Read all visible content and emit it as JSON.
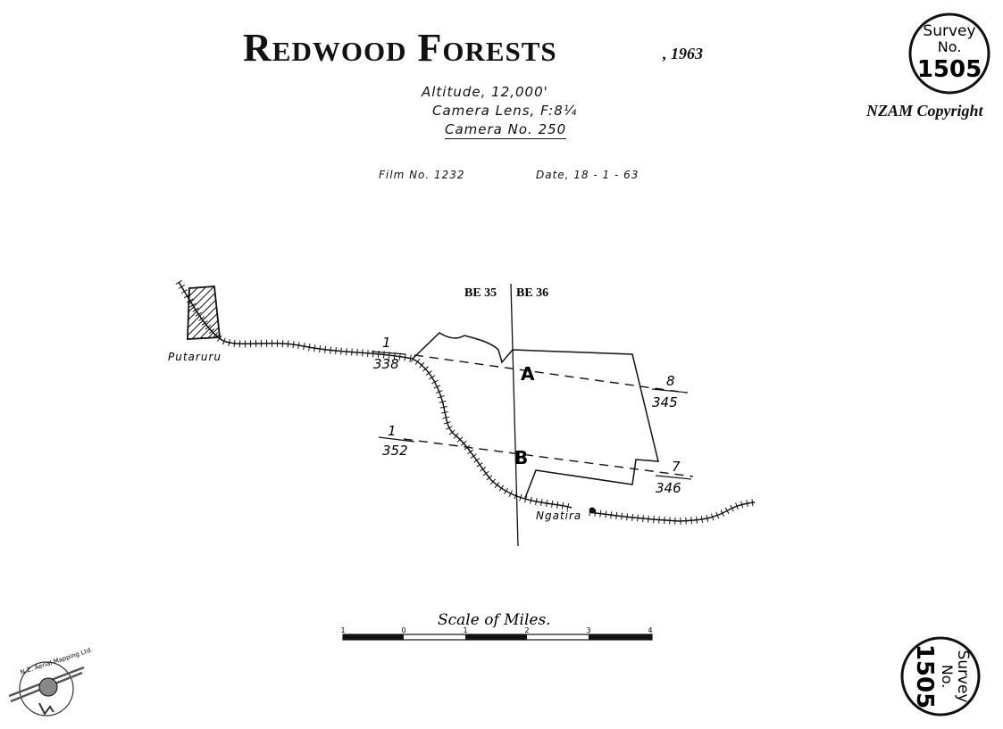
{
  "header": {
    "title": "Redwood Forests",
    "year_suffix": ", 1963",
    "altitude": "Altitude, 12,000'",
    "camera_lens": "Camera Lens, F:8¼",
    "camera_no": "Camera No. 250",
    "film_no": "Film No. 1232",
    "date": "Date, 18 - 1 - 63"
  },
  "stamp_top": {
    "line1": "Survey",
    "line2": "No.",
    "number": "1505"
  },
  "stamp_bottom": {
    "line1": "Survey",
    "line2": "No.",
    "number": "1505"
  },
  "copyright": "NZAM Copyright",
  "map": {
    "sheet_left": "BE 35",
    "sheet_right": "BE 36",
    "towns": [
      "Putaruru",
      "Ngatira"
    ],
    "run_a": {
      "label": "A",
      "start_top": "1",
      "start_bottom": "338",
      "end_top": "8",
      "end_bottom": "345"
    },
    "run_b": {
      "label": "B",
      "start_top": "1",
      "start_bottom": "352",
      "end_top": "7",
      "end_bottom": "346"
    }
  },
  "scale_bar": {
    "label": "Scale of Miles.",
    "ticks": [
      "1",
      "0",
      "1",
      "2",
      "3",
      "4"
    ]
  },
  "logo_text": "N.Z. Aerial Mapping Ltd."
}
